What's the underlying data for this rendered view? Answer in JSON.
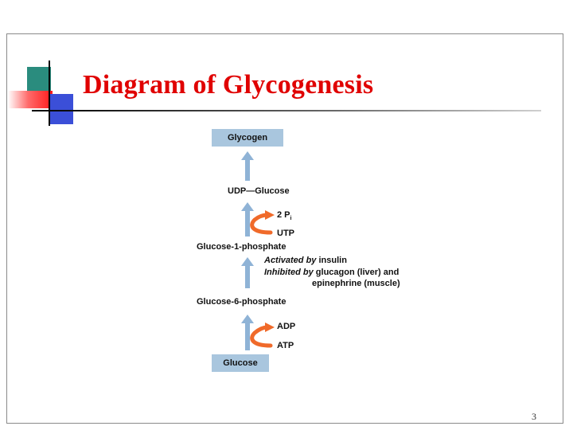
{
  "slide": {
    "title": "Diagram of Glycogenesis",
    "page_number": "3"
  },
  "diagram": {
    "top_box": "Glycogen",
    "udp_glucose": "UDP—Glucose",
    "pi_label": "2 P",
    "pi_subscript": "i",
    "utp_label": "UTP",
    "glucose_1_phosphate": "Glucose-1-phosphate",
    "activated_prefix": "Activated by",
    "activated_rest": " insulin",
    "inhibited_prefix": "Inhibited by",
    "inhibited_rest": " glucagon (liver) and",
    "inhibited_line2": "epinephrine (muscle)",
    "glucose_6_phosphate": "Glucose-6-phosphate",
    "adp_label": "ADP",
    "atp_label": "ATP",
    "bottom_box": "Glucose"
  },
  "colors": {
    "title": "#e00000",
    "box_fill": "#a9c6de",
    "up_arrow": "#8fb3d6",
    "curved_arrow": "#f06a2a"
  }
}
